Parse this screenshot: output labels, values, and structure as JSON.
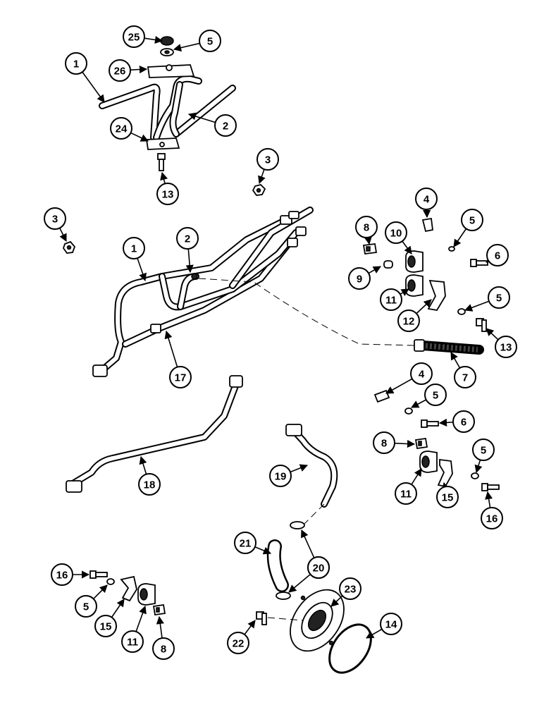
{
  "diagram": {
    "callouts": [
      "25",
      "5",
      "26",
      "1",
      "2",
      "24",
      "13",
      "3",
      "3",
      "2",
      "1",
      "17",
      "4",
      "8",
      "10",
      "5",
      "6",
      "9",
      "11",
      "5",
      "12",
      "13",
      "7",
      "4",
      "5",
      "6",
      "8",
      "5",
      "11",
      "15",
      "16",
      "18",
      "19",
      "21",
      "20",
      "20",
      "23",
      "14",
      "16",
      "5",
      "15",
      "11",
      "8",
      "22"
    ]
  }
}
